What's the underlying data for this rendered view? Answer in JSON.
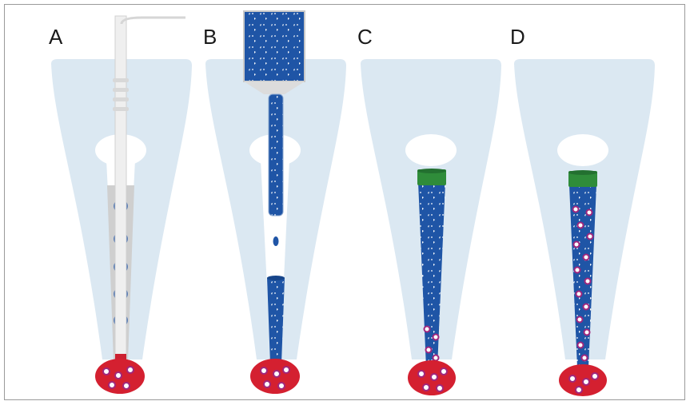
{
  "panels": [
    {
      "label": "A"
    },
    {
      "label": "B"
    },
    {
      "label": "C"
    },
    {
      "label": "D"
    }
  ],
  "colors": {
    "tooth": "#dbe8f2",
    "file": "#e6e6e6",
    "scaffold_blue": "#1f55a6",
    "periapical_red": "#d42030",
    "seal_green": "#2f8c3a",
    "cell_purple": "#a0277d",
    "canal_space": "#ffffff"
  }
}
